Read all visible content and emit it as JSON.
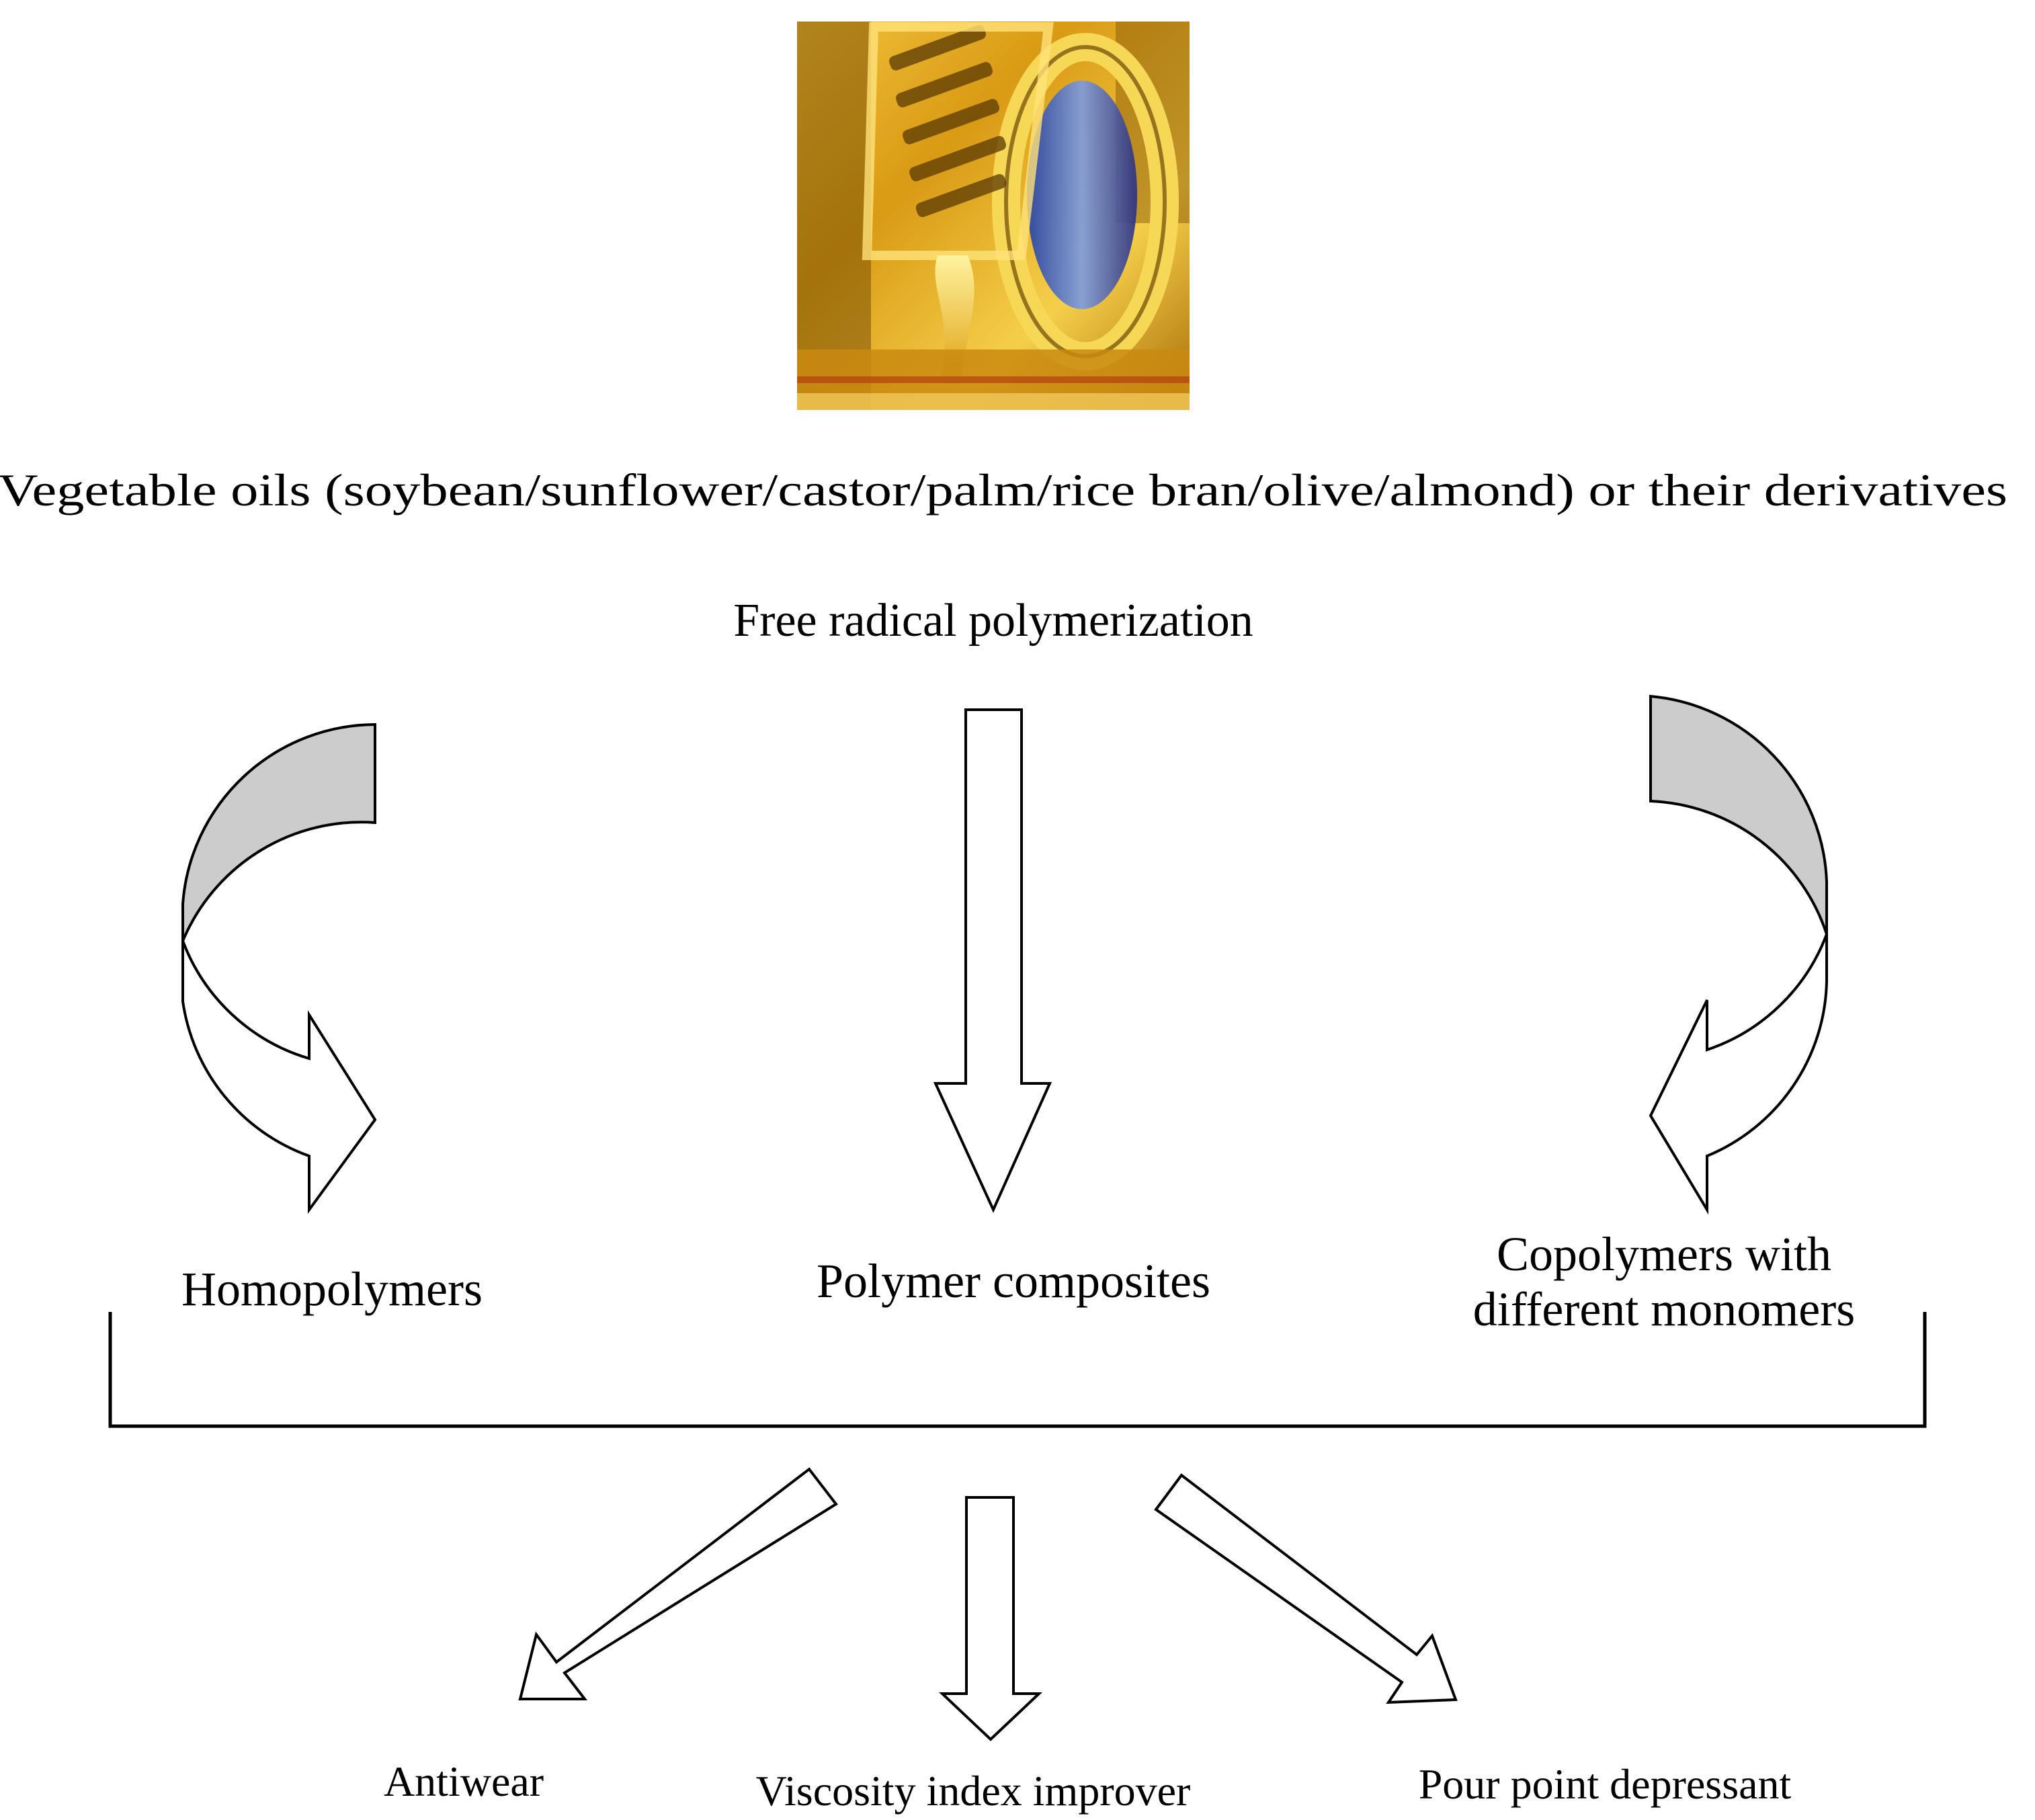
{
  "source": {
    "label": "Vegetable oils (soybean/sunflower/castor/palm/rice bran/olive/almond) or their derivatives",
    "image": "oil-on-gears-photo"
  },
  "process": {
    "label": "Free radical polymerization"
  },
  "products": [
    {
      "label": "Homopolymers"
    },
    {
      "label": "Polymer composites"
    },
    {
      "label_line1": "Copolymers with",
      "label_line2": "different monomers"
    }
  ],
  "applications": [
    {
      "label": "Antiwear"
    },
    {
      "label": "Viscosity index improver"
    },
    {
      "label": "Pour point depressant"
    }
  ],
  "colors": {
    "oil_gold": "#d9a21c",
    "oil_dark": "#6b4a06",
    "arrow_shade": "#cccccc",
    "ink": "#000000"
  }
}
